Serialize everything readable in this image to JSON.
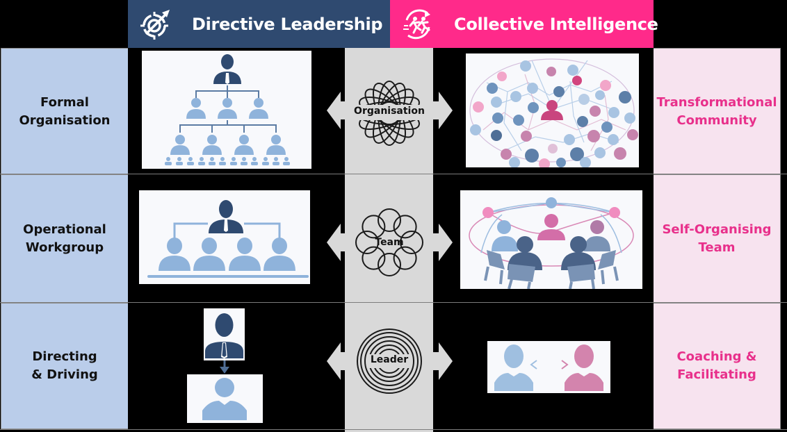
{
  "header": {
    "left": {
      "title": "Directive Leadership",
      "icon": "target-arrow-icon",
      "color": "#2f4a70"
    },
    "right": {
      "title": "Collective Intelligence",
      "icon": "runners-cycle-icon",
      "color": "#ff2a8a"
    }
  },
  "rows": [
    {
      "left_label": "Formal Organisation",
      "left_label_lines": [
        "Formal",
        "Organisation"
      ],
      "center_label": "Organisation",
      "center_icon": "spirograph-icon",
      "left_image": "org-chart-hierarchy-image",
      "right_image": "network-community-image",
      "right_label_lines": [
        "Transformational",
        "Community"
      ]
    },
    {
      "left_label_lines": [
        "Operational",
        "Workgroup"
      ],
      "center_label": "Team",
      "center_icon": "overlapping-circles-icon",
      "left_image": "manager-over-team-image",
      "right_image": "circle-meeting-image",
      "right_label_lines": [
        "Self-Organising",
        "Team"
      ]
    },
    {
      "left_label_lines": [
        "Directing",
        "& Driving"
      ],
      "center_label": "Leader",
      "center_icon": "concentric-circles-icon",
      "left_image": "boss-to-subordinate-image",
      "right_image": "peer-exchange-image",
      "right_label_lines": [
        "Coaching &",
        "Facilitating"
      ]
    }
  ],
  "colors": {
    "left_column_bg": "#bacdea",
    "right_column_bg": "#f7e3ef",
    "right_text": "#e8308b",
    "center_strip": "#d9d9d9",
    "navy_person": "#2f4a70",
    "light_person": "#8fb3db",
    "pink_person": "#d2679f"
  }
}
